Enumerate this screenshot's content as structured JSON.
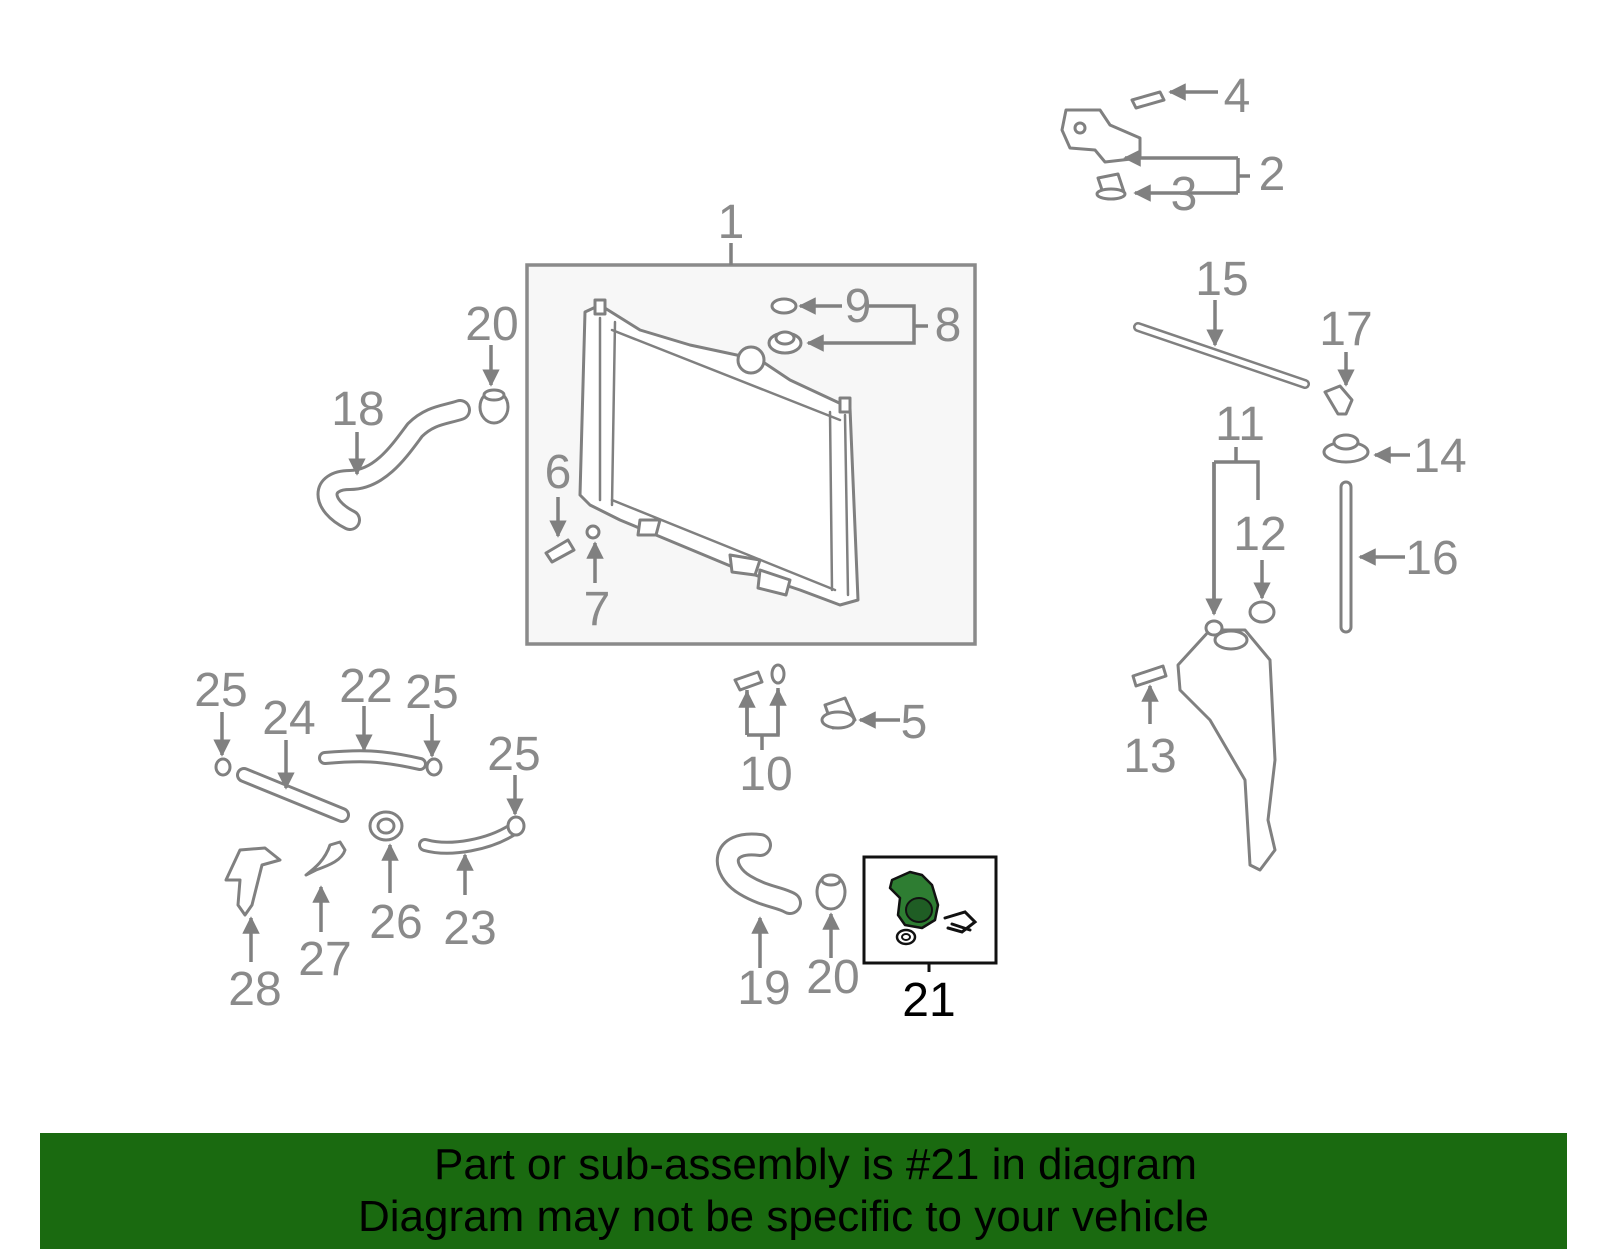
{
  "diagram": {
    "callouts": [
      "1",
      "2",
      "3",
      "4",
      "5",
      "6",
      "7",
      "8",
      "9",
      "10",
      "11",
      "12",
      "13",
      "14",
      "15",
      "16",
      "17",
      "18",
      "19",
      "20",
      "20",
      "21",
      "22",
      "23",
      "24",
      "25",
      "25",
      "25",
      "26",
      "27",
      "28"
    ],
    "highlighted_part": "21",
    "colors": {
      "part_stroke": "#808080",
      "label_gray": "#8a8a8a",
      "highlight_fill": "#2e7d32",
      "highlight_label": "#000000",
      "box_fill": "#f7f7f7"
    }
  },
  "banner": {
    "line1": "Part or sub-assembly is #21 in diagram",
    "line2": "Diagram may not be specific to your vehicle",
    "background": "#1a6a10"
  }
}
